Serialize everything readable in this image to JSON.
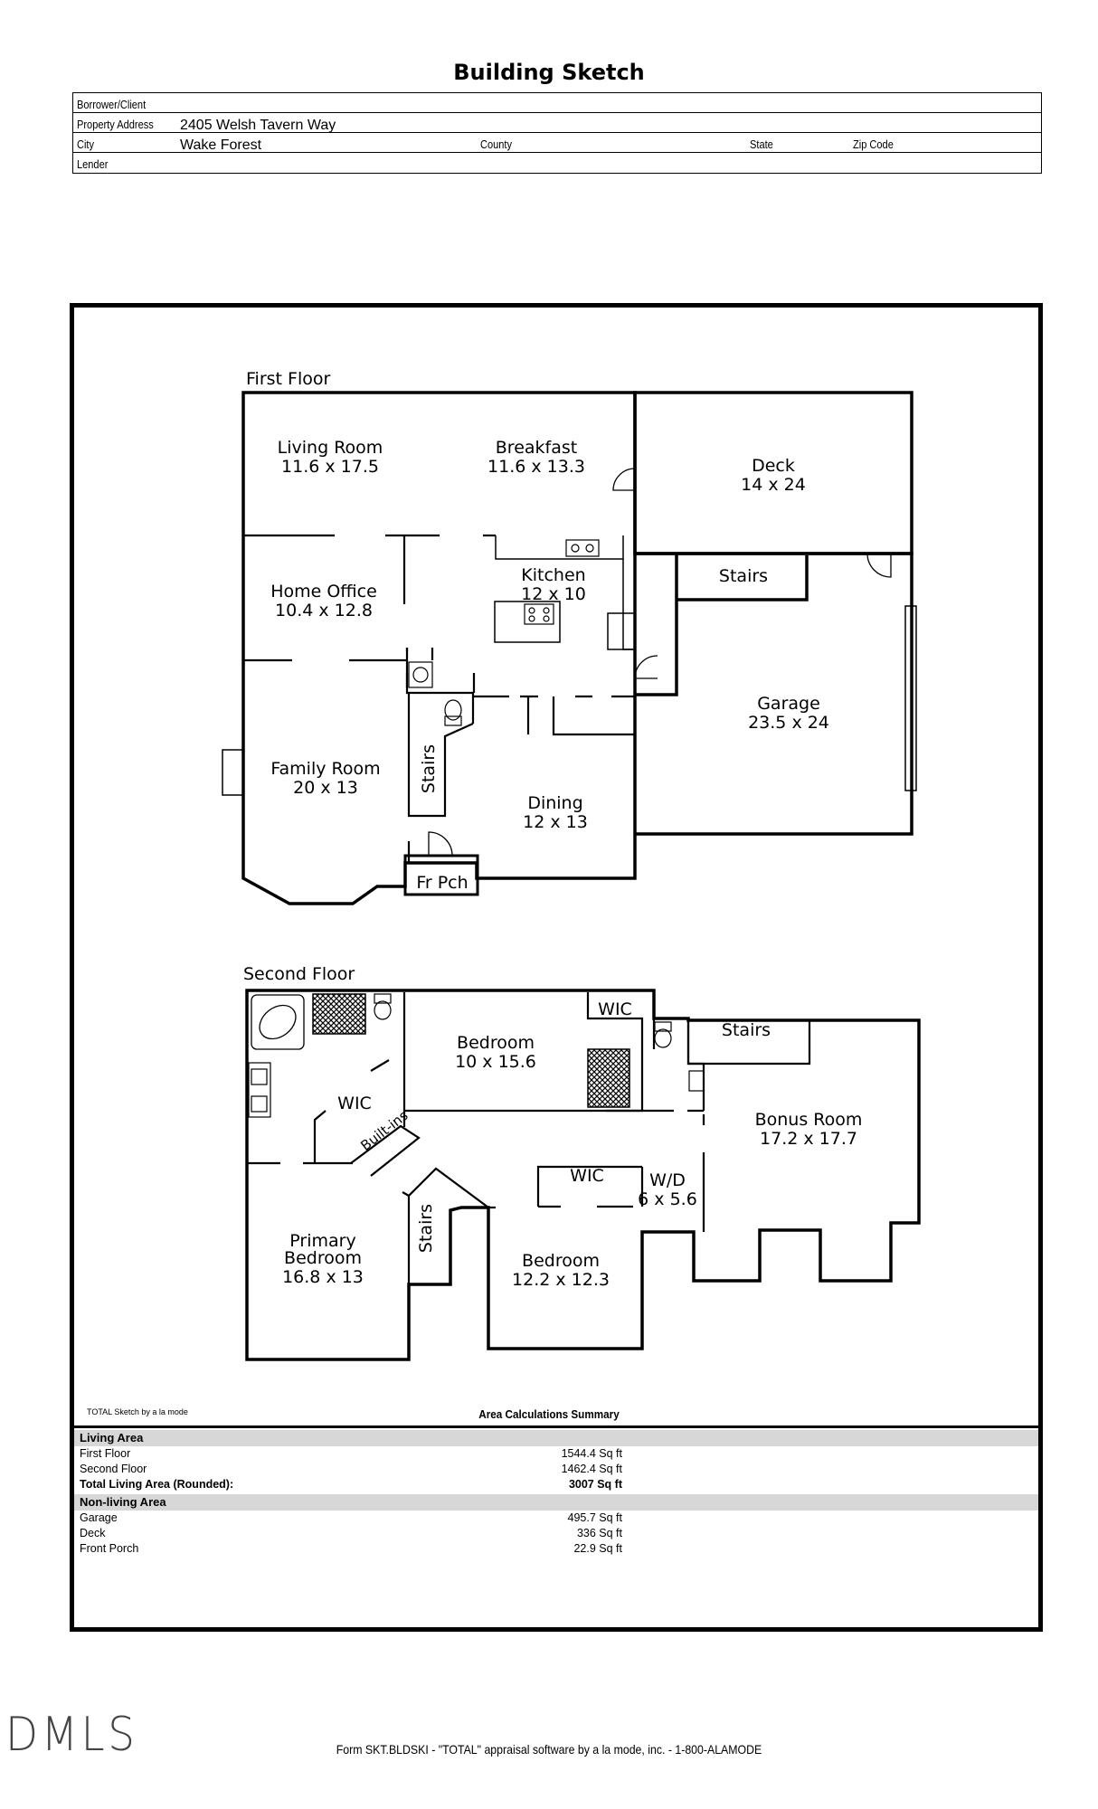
{
  "page": {
    "title": "Building Sketch"
  },
  "header": {
    "borrower_label": "Borrower/Client",
    "borrower_value": "",
    "address_label": "Property Address",
    "address_value": "2405 Welsh Tavern Way",
    "city_label": "City",
    "city_value": "Wake Forest",
    "county_label": "County",
    "county_value": "",
    "state_label": "State",
    "state_value": "",
    "zip_label": "Zip Code",
    "zip_value": "",
    "lender_label": "Lender",
    "lender_value": ""
  },
  "first_floor": {
    "title": "First Floor",
    "rooms": {
      "living_room": {
        "name": "Living Room",
        "dims": "11.6 x 17.5"
      },
      "breakfast": {
        "name": "Breakfast",
        "dims": "11.6 x 13.3"
      },
      "deck": {
        "name": "Deck",
        "dims": "14 x 24"
      },
      "home_office": {
        "name": "Home Office",
        "dims": "10.4 x 12.8"
      },
      "kitchen": {
        "name": "Kitchen",
        "dims": "12 x 10"
      },
      "stairs_garage": {
        "name": "Stairs"
      },
      "garage": {
        "name": "Garage",
        "dims": "23.5 x 24"
      },
      "family_room": {
        "name": "Family Room",
        "dims": "20 x 13"
      },
      "stairs": {
        "name": "Stairs"
      },
      "dining": {
        "name": "Dining",
        "dims": "12 x 13"
      },
      "front_porch": {
        "name": "Fr Pch"
      }
    }
  },
  "second_floor": {
    "title": "Second Floor",
    "rooms": {
      "bedroom_top": {
        "name": "Bedroom",
        "dims": "10 x 15.6"
      },
      "wic_top": {
        "name": "WIC"
      },
      "stairs_bonus": {
        "name": "Stairs"
      },
      "wic_primary": {
        "name": "WIC"
      },
      "built_ins": {
        "name": "Built-ins"
      },
      "bonus_room": {
        "name": "Bonus Room",
        "dims": "17.2 x 17.7"
      },
      "wic_mid": {
        "name": "WIC"
      },
      "wd": {
        "name": "W/D",
        "dims": "6 x 5.6"
      },
      "primary_bedroom": {
        "name_line1": "Primary",
        "name_line2": "Bedroom",
        "dims": "16.8 x 13"
      },
      "stairs": {
        "name": "Stairs"
      },
      "bedroom_bottom": {
        "name": "Bedroom",
        "dims": "12.2 x 12.3"
      }
    }
  },
  "credit": "TOTAL Sketch by a la mode",
  "area_summary": {
    "title": "Area Calculations Summary",
    "living_label": "Living Area",
    "living": [
      {
        "label": "First Floor",
        "value": "1544.4 Sq ft"
      },
      {
        "label": "Second Floor",
        "value": "1462.4 Sq ft"
      }
    ],
    "total": {
      "label": "Total Living Area (Rounded):",
      "value": "3007 Sq ft"
    },
    "nonliving_label": "Non-living Area",
    "nonliving": [
      {
        "label": "Garage",
        "value": "495.7 Sq ft"
      },
      {
        "label": "Deck",
        "value": "336 Sq ft"
      },
      {
        "label": "Front Porch",
        "value": "22.9 Sq ft"
      }
    ]
  },
  "watermark": "DMLS",
  "footer": "Form SKT.BLDSKI - \"TOTAL\" appraisal software by a la mode, inc. - 1-800-ALAMODE"
}
